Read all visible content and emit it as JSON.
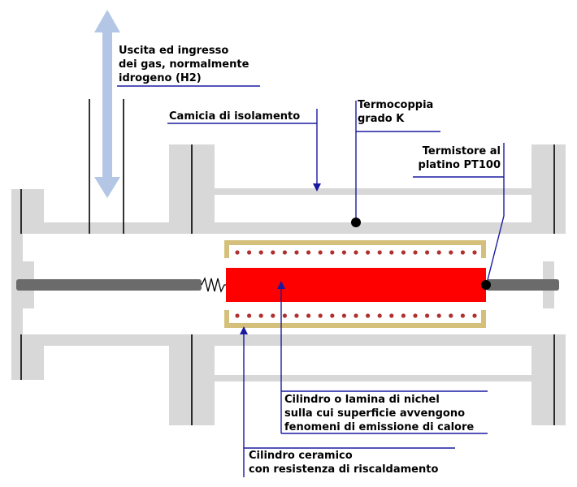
{
  "labels": {
    "gas_outlet": [
      "Uscita ed ingresso",
      "dei gas, normalmente",
      "idrogeno (H2)"
    ],
    "insulation_jacket": [
      "Camicia di isolamento"
    ],
    "thermocouple": [
      "Termocoppia",
      "grado K"
    ],
    "thermistor": [
      "Termistore al",
      "platino PT100"
    ],
    "nickel_cylinder": [
      "Cilindro o lamina di nichel",
      "sulla cui superficie avvengono",
      "fenomeni di emissione di calore"
    ],
    "ceramic_cylinder": [
      "Cilindro ceramico",
      "con resistenza di riscaldamento"
    ]
  },
  "colors": {
    "wall": "#d8d8d8",
    "sample": "#ff0000",
    "rod": "#6b6b6b",
    "ceramic": "#d4c07a",
    "coil_dot": "#b03030",
    "leader": "#1a1aa0",
    "arrow": "#b3c6e6",
    "edge": "#000000"
  }
}
